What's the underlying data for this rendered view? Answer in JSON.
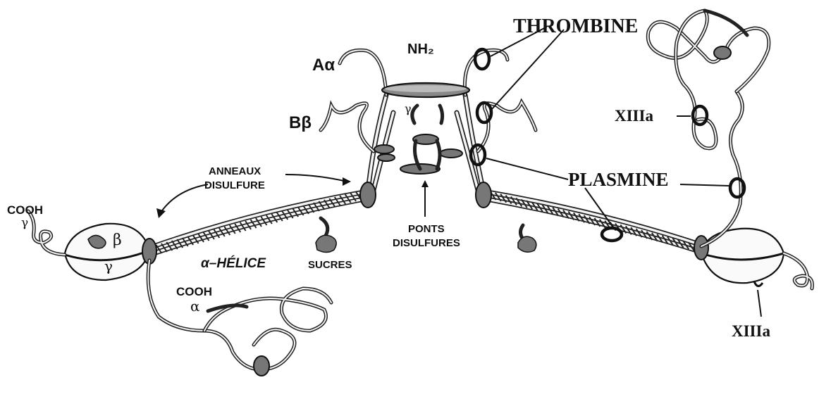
{
  "labels": {
    "thrombine": "THROMBINE",
    "nh2": "NH₂",
    "a_alpha": "Aα",
    "b_beta": "Bβ",
    "xiiia_top": "XIIIa",
    "xiiia_bottom": "XIIIa",
    "plasmine": "PLASMINE",
    "anneaux_line1": "ANNEAUX",
    "anneaux_line2": "DISULFURE",
    "cooh_gamma": "COOH",
    "gamma_symbol": "γ",
    "domain_beta": "β",
    "domain_gamma": "γ",
    "alpha_helice": "α–HÉLICE",
    "sucres": "SUCRES",
    "ponts_line1": "PONTS",
    "ponts_line2": "DISULFURES",
    "cooh_alpha": "COOH",
    "alpha_symbol": "α",
    "gamma_small": "γ"
  },
  "colors": {
    "ink": "#111111",
    "knot_fill": "#777777",
    "background": "#ffffff"
  }
}
